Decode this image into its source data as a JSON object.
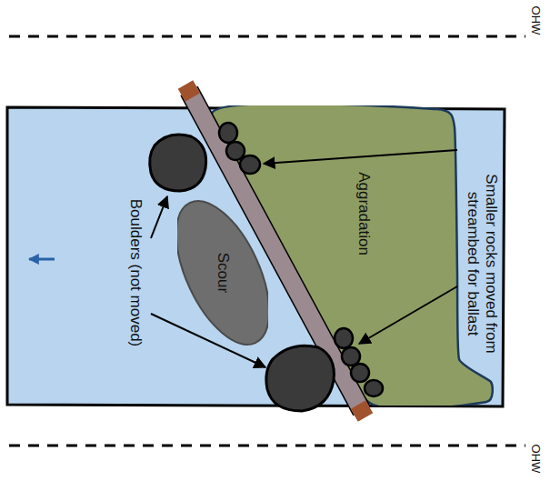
{
  "diagram": {
    "nodes": [
      {
        "text": [
          "Aggradation"
        ]
      },
      {
        "text": [
          "Scour"
        ]
      }
    ],
    "labels": [
      "OHW",
      "OHW",
      "Smaller rocks moved from streambed for ballast",
      "Boulders (not moved)"
    ]
  }
}
